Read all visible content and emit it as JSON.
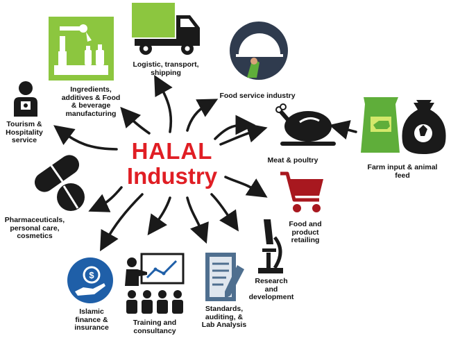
{
  "center": {
    "line1": "HALAL",
    "line2": "Industry"
  },
  "sectors": {
    "logistic": "Logistic, transport,\nshipping",
    "food_service": "Food service industry",
    "ingredients": "Ingredients,\nadditives  & Food\n& beverage\nmanufacturing",
    "tourism": "Tourism &\nHospitality\nservice",
    "meat": "Meat & poultry",
    "farm": "Farm input & animal\nfeed",
    "pharma": "Pharmaceuticals,\npersonal care,\ncosmetics",
    "food_retail": "Food and\nproduct\nretailing",
    "research": "Research\nand\ndevelopment",
    "standards": "Standards,\nauditing,  &\nLab Analysis",
    "training": "Training and\nconsultancy",
    "finance": "Islamic\nfinance &\ninsurance"
  },
  "colors": {
    "title": "#e01e24",
    "truck_green": "#8cc63f",
    "ingredients_green": "#8cc63f",
    "food_service_bg": "#2f3b4e",
    "farm_green": "#5fae3a",
    "cart_red": "#a8181f",
    "finance_blue": "#1f5fa8",
    "standards_blue": "#4f6f8f",
    "dark": "#1a1a1a"
  },
  "icons": [
    "truck-icon",
    "lab-icon",
    "tray-icon",
    "person-badge-icon",
    "chicken-icon",
    "feed-bags-icon",
    "pill-icon",
    "cart-icon",
    "microscope-icon",
    "document-icon",
    "presenter-icon",
    "coin-hand-icon"
  ]
}
